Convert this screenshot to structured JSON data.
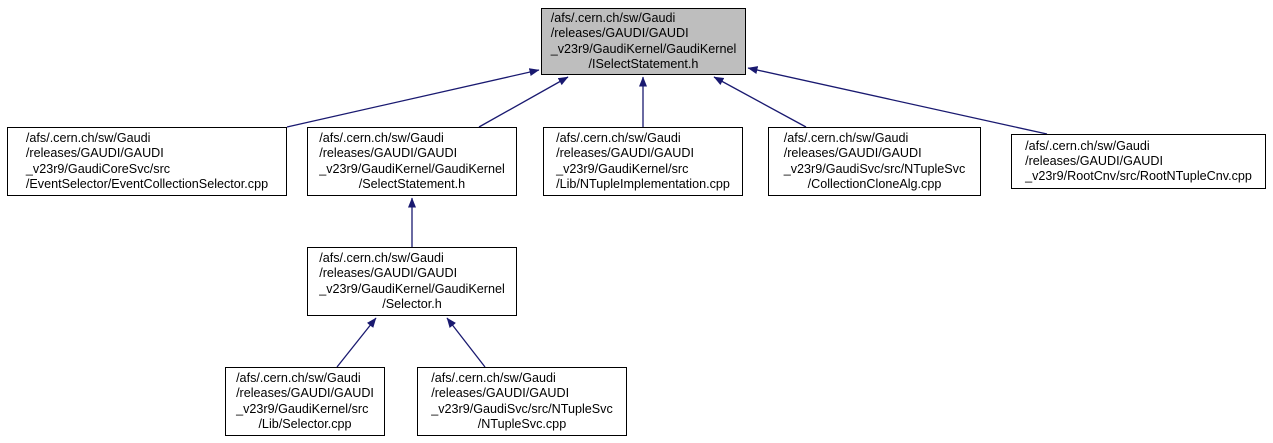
{
  "diagram": {
    "kind": "include-dependency-graph",
    "colors": {
      "arrow": "#191970",
      "node_border": "#000000",
      "node_fill": "#ffffff",
      "root_fill": "#bebebe",
      "text": "#000000"
    },
    "nodes": {
      "iselectstatement": {
        "lines": [
          "/afs/.cern.ch/sw/Gaudi",
          "/releases/GAUDI/GAUDI",
          "_v23r9/GaudiKernel/GaudiKernel",
          "/ISelectStatement.h"
        ]
      },
      "eventcollectionselector": {
        "lines": [
          "/afs/.cern.ch/sw/Gaudi",
          "/releases/GAUDI/GAUDI",
          "_v23r9/GaudiCoreSvc/src",
          "/EventSelector/EventCollectionSelector.cpp"
        ]
      },
      "selectstatement": {
        "lines": [
          "/afs/.cern.ch/sw/Gaudi",
          "/releases/GAUDI/GAUDI",
          "_v23r9/GaudiKernel/GaudiKernel",
          "/SelectStatement.h"
        ]
      },
      "ntupleimplementation": {
        "lines": [
          "/afs/.cern.ch/sw/Gaudi",
          "/releases/GAUDI/GAUDI",
          "_v23r9/GaudiKernel/src",
          "/Lib/NTupleImplementation.cpp"
        ]
      },
      "collectionclonealg": {
        "lines": [
          "/afs/.cern.ch/sw/Gaudi",
          "/releases/GAUDI/GAUDI",
          "_v23r9/GaudiSvc/src/NTupleSvc",
          "/CollectionCloneAlg.cpp"
        ]
      },
      "rootntuplecnv": {
        "lines": [
          "/afs/.cern.ch/sw/Gaudi",
          "/releases/GAUDI/GAUDI",
          "_v23r9/RootCnv/src/RootNTupleCnv.cpp"
        ]
      },
      "selector_h": {
        "lines": [
          "/afs/.cern.ch/sw/Gaudi",
          "/releases/GAUDI/GAUDI",
          "_v23r9/GaudiKernel/GaudiKernel",
          "/Selector.h"
        ]
      },
      "selector_cpp": {
        "lines": [
          "/afs/.cern.ch/sw/Gaudi",
          "/releases/GAUDI/GAUDI",
          "_v23r9/GaudiKernel/src",
          "/Lib/Selector.cpp"
        ]
      },
      "ntuplesvc_cpp": {
        "lines": [
          "/afs/.cern.ch/sw/Gaudi",
          "/releases/GAUDI/GAUDI",
          "_v23r9/GaudiSvc/src/NTupleSvc",
          "/NTupleSvc.cpp"
        ]
      }
    },
    "edges": [
      {
        "from": "eventcollectionselector",
        "to": "iselectstatement"
      },
      {
        "from": "selectstatement",
        "to": "iselectstatement"
      },
      {
        "from": "ntupleimplementation",
        "to": "iselectstatement"
      },
      {
        "from": "collectionclonealg",
        "to": "iselectstatement"
      },
      {
        "from": "rootntuplecnv",
        "to": "iselectstatement"
      },
      {
        "from": "selector_h",
        "to": "selectstatement"
      },
      {
        "from": "selector_cpp",
        "to": "selector_h"
      },
      {
        "from": "ntuplesvc_cpp",
        "to": "selector_h"
      }
    ]
  }
}
